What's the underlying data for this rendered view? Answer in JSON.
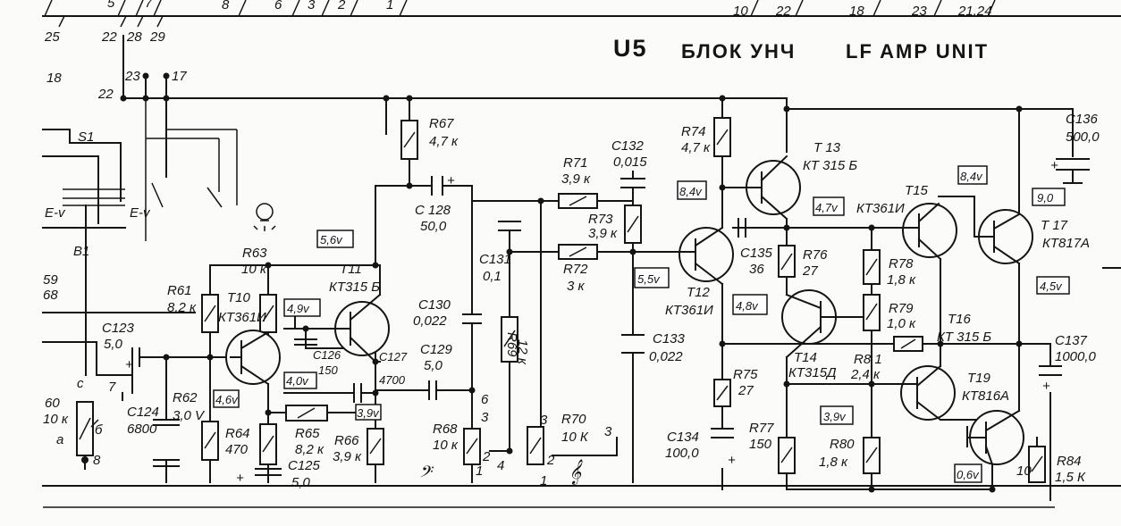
{
  "title": {
    "unit": "U5",
    "ru": "БЛОК УНЧ",
    "en": "LF AMP UNIT"
  },
  "top_pins": [
    "5",
    "7",
    "8",
    "6",
    "3",
    "2",
    "1",
    "10",
    "22",
    "18",
    "23",
    "21,24"
  ],
  "left_pins": [
    "25",
    "22",
    "28",
    "29",
    "18",
    "23",
    "17",
    "22"
  ],
  "voltages": [
    "5,6v",
    "4,9v",
    "4,0v",
    "3,9v",
    "4,6v",
    "8,4v",
    "4,7v",
    "5,5v",
    "4,8v",
    "8,4v",
    "9,0",
    "4,5v",
    "3,9v",
    "0,6v"
  ],
  "components": {
    "S1": "S1",
    "B1": "B1",
    "Ev1": "E-v",
    "Ev2": "E-v",
    "R59": "59",
    "R59b": "68",
    "R60": "60",
    "R60v": "10 к",
    "R60a": "a",
    "R60b": "б",
    "R60c": "c",
    "n8": "8",
    "n7": "7",
    "R61": "R61",
    "R61v": "8,2 к",
    "R62": "R62",
    "R62v": "3,0 V",
    "R63": "R63",
    "R63v": "10 к",
    "R64": "R64",
    "R64v": "470",
    "R65": "R65",
    "R65v": "8,2 к",
    "R66": "R66",
    "R66v": "3,9 к",
    "R67": "R67",
    "R67v": "4,7 к",
    "R68": "R68",
    "R68v": "10 к",
    "R69": "R69",
    "R69v": "12 к",
    "R70": "R70",
    "R70v": "10 К",
    "R71": "R71",
    "R71v": "3,9 к",
    "R72": "R72",
    "R72v": "3 к",
    "R73": "R73",
    "R73v": "3,9 к",
    "R74": "R74",
    "R74v": "4,7 к",
    "R75": "R75",
    "R75v": "27",
    "R76": "R76",
    "R76v": "27",
    "R77": "R77",
    "R77v": "150",
    "R78": "R78",
    "R78v": "1,8 к",
    "R79": "R79",
    "R79v": "1,0 к",
    "R80": "R80",
    "R80v": "1,8 к",
    "R81": "R8 1",
    "R81v": "2,4 к",
    "R84": "R84",
    "R84v": "1,5 К",
    "C123": "C123",
    "C123v": "5,0",
    "C124": "C124",
    "C124v": "6800",
    "C125": "C125",
    "C125v": "5,0",
    "C126": "C126",
    "C126v": "150",
    "C127": "C127",
    "C127v": "4700",
    "C128": "C 128",
    "C128v": "50,0",
    "C129": "C129",
    "C129v": "5,0",
    "C130": "C130",
    "C130v": "0,022",
    "C131": "C131",
    "C131v": "0,1",
    "C132": "C132",
    "C132v": "0,015",
    "C133": "C133",
    "C133v": "0,022",
    "C134": "C134",
    "C134v": "100,0",
    "C135": "C135",
    "C135v": "36",
    "C136": "C136",
    "C136v": "500,0",
    "C137": "C137",
    "C137v": "1000,0",
    "T10": "T10",
    "T10t": "КТ361И",
    "T11": "T11",
    "T11t": "КТ315 Б",
    "T12": "T12",
    "T12t": "КТ361И",
    "T13": "T 13",
    "T13t": "КТ 315 Б",
    "T14": "T14",
    "T14t": "КТ315Д",
    "T15": "T15",
    "T15t": "КТ361И",
    "T16": "T16",
    "T16t": "КТ 315 Б",
    "T17": "T 17",
    "T17t": "КТ817А",
    "T19": "T19",
    "T19t": "КТ816А",
    "pin6": "6",
    "pin3a": "3",
    "pin1a": "1",
    "pin2a": "2",
    "pin4": "4",
    "pin3b": "3",
    "pin2b": "2",
    "pin1b": "1",
    "pin3c": "3",
    "pin10": "10"
  }
}
